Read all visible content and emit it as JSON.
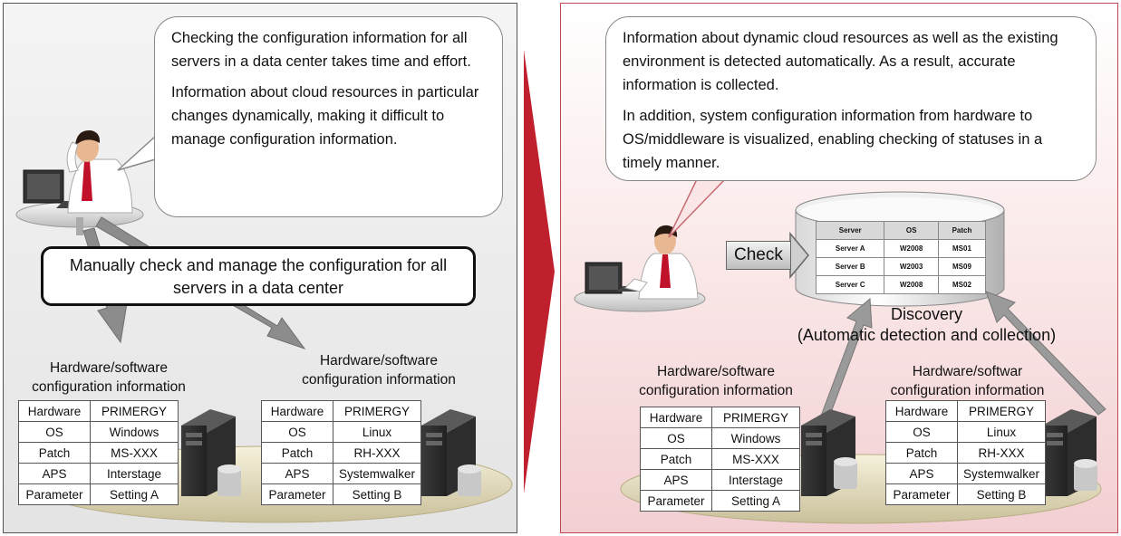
{
  "left": {
    "bubble": {
      "p1": "Checking the configuration information for all servers in a data center takes time and effort.",
      "p2": "Information about cloud resources in particular changes dynamically, making it difficult to manage configuration information."
    },
    "callout": "Manually check and manage the configuration for all servers in a data center",
    "server_a": {
      "caption": "Hardware/software configuration information",
      "rows": [
        {
          "key": "Hardware",
          "value": "PRIMERGY"
        },
        {
          "key": "OS",
          "value": "Windows"
        },
        {
          "key": "Patch",
          "value": "MS-XXX"
        },
        {
          "key": "APS",
          "value": "Interstage"
        },
        {
          "key": "Parameter",
          "value": "Setting A"
        }
      ]
    },
    "server_b": {
      "caption": "Hardware/software configuration information",
      "rows": [
        {
          "key": "Hardware",
          "value": "PRIMERGY"
        },
        {
          "key": "OS",
          "value": "Linux"
        },
        {
          "key": "Patch",
          "value": "RH-XXX"
        },
        {
          "key": "APS",
          "value": "Systemwalker"
        },
        {
          "key": "Parameter",
          "value": "Setting B"
        }
      ]
    }
  },
  "right": {
    "bubble": {
      "p1": "Information about dynamic cloud resources as well as the existing environment is detected automatically. As a result, accurate information is collected.",
      "p2": "In addition, system configuration information from hardware to OS/middleware is visualized, enabling checking of statuses in a timely manner."
    },
    "check_label": "Check",
    "discovery": {
      "line1": "Discovery",
      "line2": "(Automatic detection and collection)"
    },
    "db_table": {
      "headers": [
        "Server",
        "OS",
        "Patch"
      ],
      "rows": [
        [
          "Server A",
          "W2008",
          "MS01"
        ],
        [
          "Server B",
          "W2003",
          "MS09"
        ],
        [
          "Server C",
          "W2008",
          "MS02"
        ]
      ]
    },
    "server_a": {
      "caption": "Hardware/software configuration information",
      "rows": [
        {
          "key": "Hardware",
          "value": "PRIMERGY"
        },
        {
          "key": "OS",
          "value": "Windows"
        },
        {
          "key": "Patch",
          "value": "MS-XXX"
        },
        {
          "key": "APS",
          "value": "Interstage"
        },
        {
          "key": "Parameter",
          "value": "Setting A"
        }
      ]
    },
    "server_b": {
      "caption": "Hardware/softwar configuration information",
      "rows": [
        {
          "key": "Hardware",
          "value": "PRIMERGY"
        },
        {
          "key": "OS",
          "value": "Linux"
        },
        {
          "key": "Patch",
          "value": "RH-XXX"
        },
        {
          "key": "APS",
          "value": "Systemwalker"
        },
        {
          "key": "Parameter",
          "value": "Setting B"
        }
      ]
    }
  },
  "colors": {
    "transition_arrow": "#c0202e",
    "right_border": "#c0474f",
    "arrow_fill": "#8c8c8c"
  }
}
